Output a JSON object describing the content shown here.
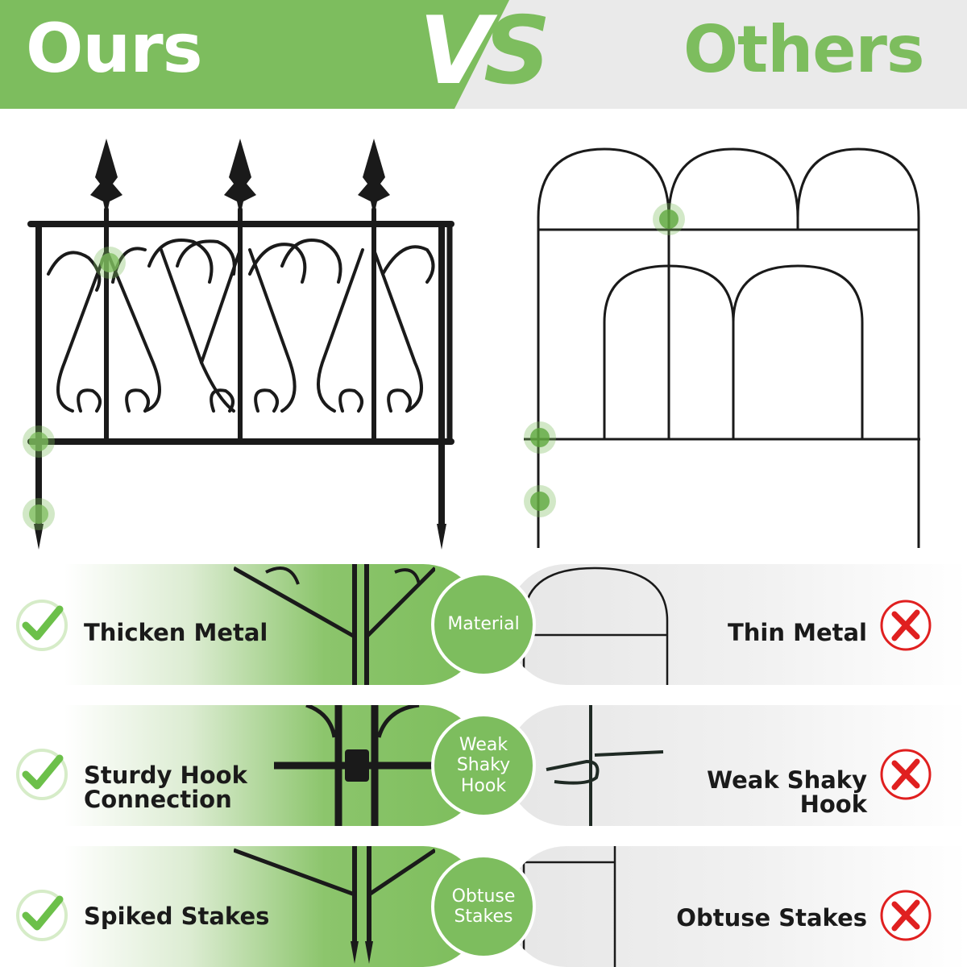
{
  "header": {
    "ours_title": "Ours",
    "vs_v": "V",
    "vs_s": "S",
    "others_title": "Others"
  },
  "colors": {
    "brand_green": "#7dbd5e",
    "check_green": "#6cc04a",
    "cross_red": "#e02020",
    "fence_black": "#1a1a1a"
  },
  "rows": [
    {
      "ours_label": "Thicken Metal",
      "circle_label": "Material",
      "others_label": "Thin Metal",
      "ours_icon": "check-icon",
      "others_icon": "cross-icon"
    },
    {
      "ours_label": "Sturdy Hook\nConnection",
      "circle_label": "Weak\nShaky\nHook",
      "others_label": "Weak Shaky\nHook",
      "ours_icon": "check-icon",
      "others_icon": "cross-icon"
    },
    {
      "ours_label": "Spiked Stakes",
      "circle_label": "Obtuse\nStakes",
      "others_label": "Obtuse Stakes",
      "ours_icon": "check-icon",
      "others_icon": "cross-icon"
    }
  ]
}
